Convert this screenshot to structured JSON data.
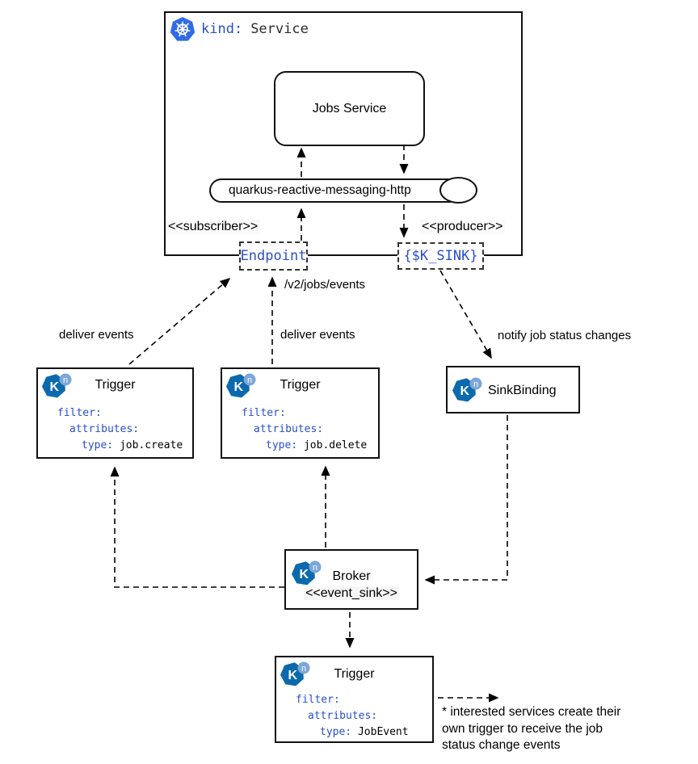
{
  "colors": {
    "code_blue": "#2a4fc9",
    "kubernetes_blue": "#326CE5",
    "knative_blue": "#0b6aad",
    "knative_badge_blue": "#7ba6d9",
    "border": "#111111",
    "stereotype_bg": "#f5f5f5"
  },
  "service_group": {
    "kind_key": "kind:",
    "kind_value": "Service",
    "jobs_service_label": "Jobs Service",
    "channel_label": "quarkus-reactive-messaging-http",
    "subscriber_stereotype": "<<subscriber>>",
    "producer_stereotype": "<<producer>>",
    "endpoint_label": "Endpoint",
    "k_sink_label": "{$K_SINK}"
  },
  "edge_labels": {
    "route_path": "/v2/jobs/events",
    "deliver_events_left": "deliver events",
    "deliver_events_middle": "deliver events",
    "notify_job_status": "notify job status changes"
  },
  "nodes": {
    "trigger_create": {
      "icon": "knative-icon",
      "title": "Trigger",
      "yaml_l1": "filter:",
      "yaml_l2": "attributes:",
      "yaml_l3_key": "type:",
      "yaml_l3_value": "job.create"
    },
    "trigger_delete": {
      "icon": "knative-icon",
      "title": "Trigger",
      "yaml_l1": "filter:",
      "yaml_l2": "attributes:",
      "yaml_l3_key": "type:",
      "yaml_l3_value": "job.delete"
    },
    "sink_binding": {
      "icon": "knative-icon",
      "title": "SinkBinding"
    },
    "broker": {
      "icon": "knative-icon",
      "title": "Broker",
      "stereotype": "<<event_sink>>"
    },
    "trigger_job_event": {
      "icon": "knative-icon",
      "title": "Trigger",
      "yaml_l1": "filter:",
      "yaml_l2": "attributes:",
      "yaml_l3_key": "type:",
      "yaml_l3_value": "JobEvent"
    }
  },
  "note": {
    "line1": "* interested services create their",
    "line2": "own trigger to receive the job",
    "line3": "status change events"
  }
}
